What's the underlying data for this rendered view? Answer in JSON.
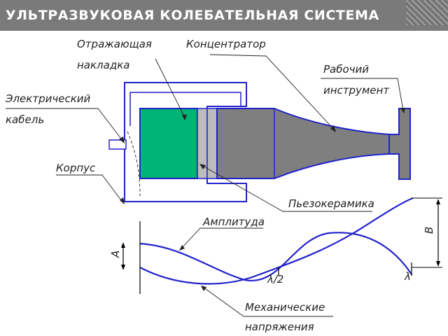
{
  "header": {
    "title": "УЛЬТРАЗВУКОВАЯ КОЛЕБАТЕЛЬНАЯ СИСТЕМА"
  },
  "labels": {
    "reflector_line1": "Отражающая",
    "reflector_line2": "накладка",
    "concentrator": "Концентратор",
    "tool_line1": "Рабочий",
    "tool_line2": "инструмент",
    "cable_line1": "Электрический",
    "cable_line2": "кабель",
    "housing": "Корпус",
    "piezo": "Пьезокерамика",
    "amplitude": "Амплитуда",
    "stress_line1": "Механические",
    "stress_line2": "напряжения",
    "dim_a": "A",
    "dim_b": "B",
    "lambda_half": "λ/2",
    "lambda": "λ"
  },
  "colors": {
    "header_bg": "#7a7a7a",
    "outline_blue": "#2222cc",
    "reflector_green": "#00b377",
    "piezo_gray": "#bdbdbd",
    "metal_gray": "#7f7f7f"
  }
}
